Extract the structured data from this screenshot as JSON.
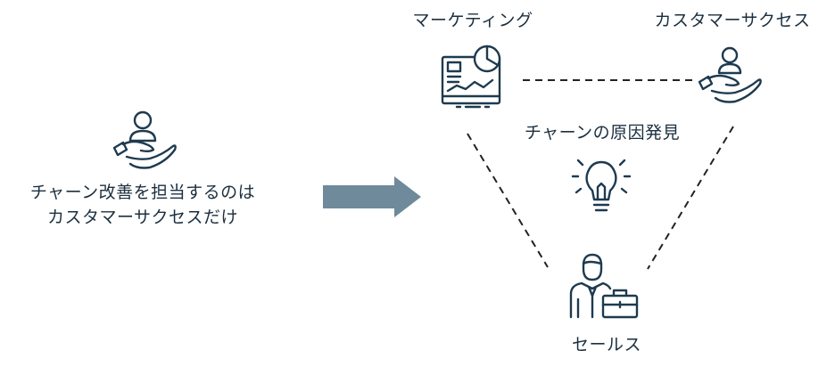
{
  "left": {
    "line1": "チャーン改善を担当するのは",
    "line2": "カスタマーサクセスだけ",
    "icon": "hand-holding-person-icon"
  },
  "arrow": {
    "icon": "right-arrow-icon",
    "color": "#6f8a9a"
  },
  "right": {
    "marketing": {
      "label": "マーケティング",
      "icon": "analytics-monitor-icon"
    },
    "customer_success": {
      "label": "カスタマーサクセス",
      "icon": "hand-holding-person-icon"
    },
    "center": {
      "label": "チャーンの原因発見",
      "icon": "lightbulb-icon"
    },
    "sales": {
      "label": "セールス",
      "icon": "businessman-briefcase-icon"
    }
  },
  "colors": {
    "icon": "#1e3a4f",
    "text": "#1c2f3f",
    "arrow": "#6f8a9a"
  }
}
